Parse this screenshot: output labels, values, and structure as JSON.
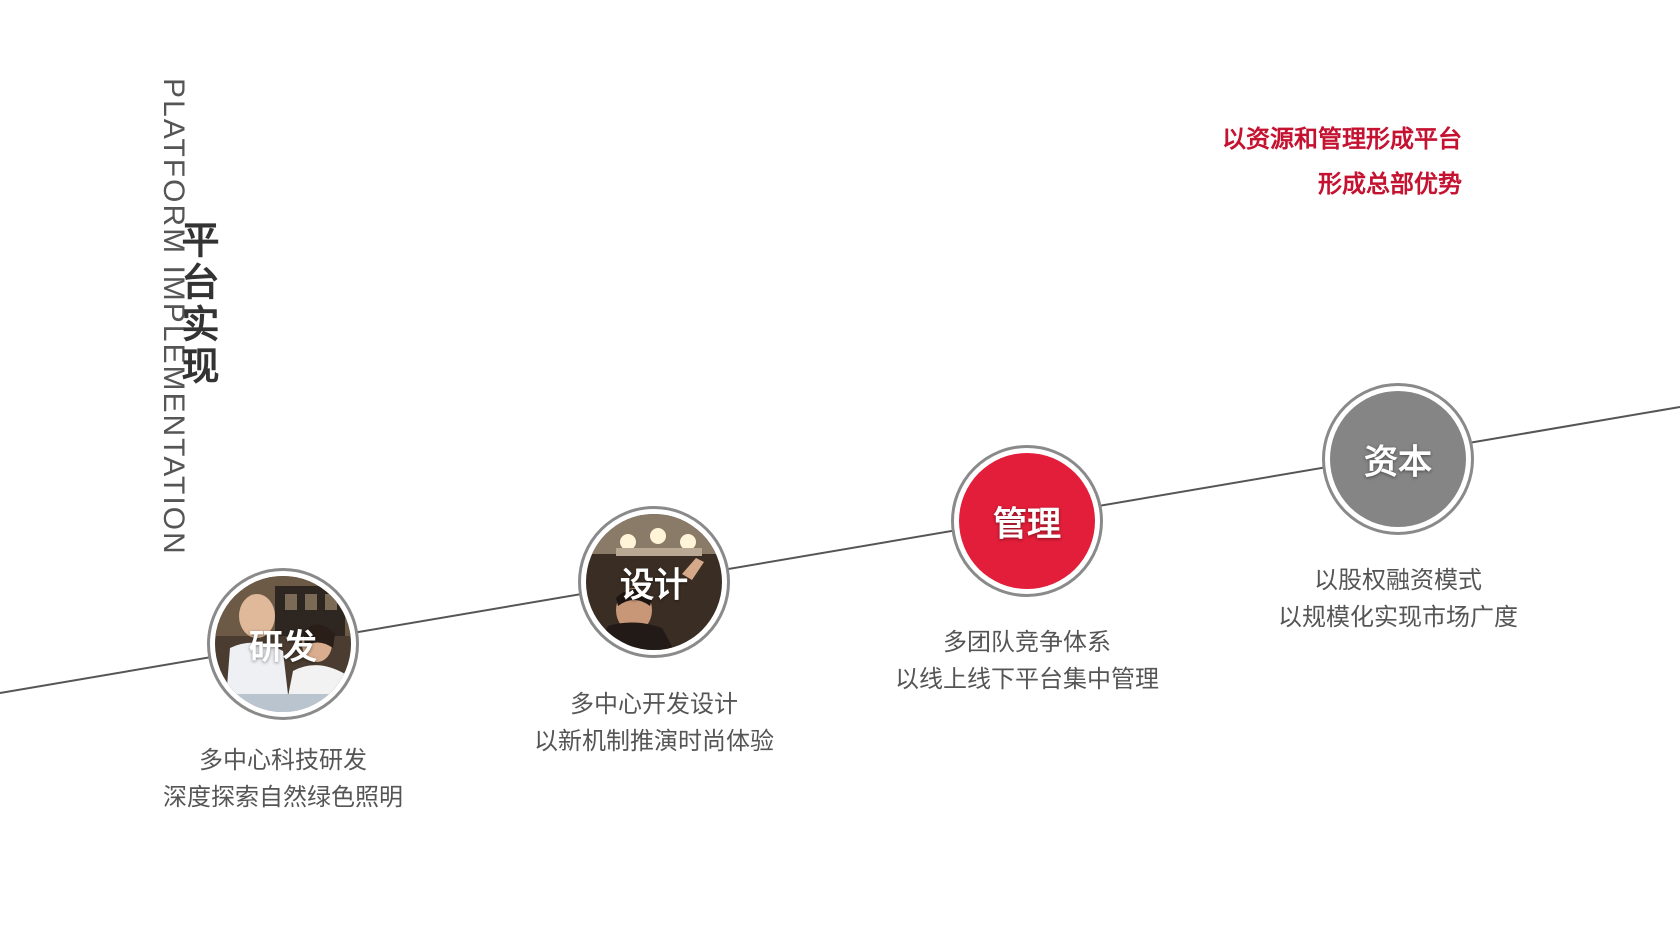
{
  "header": {
    "title_en": "PLATFORM IMPLEMENTATION",
    "title_cn": "平台实现"
  },
  "slogan": {
    "line1": "以资源和管理形成平台",
    "line2": "形成总部优势"
  },
  "colors": {
    "accent": "#e31e3a",
    "slogan": "#c41230",
    "capital": "#858585",
    "line": "#555555"
  },
  "steps": [
    {
      "label": "研发",
      "desc1": "多中心科技研发",
      "desc2": "深度探索自然绿色照明"
    },
    {
      "label": "设计",
      "desc1": "多中心开发设计",
      "desc2": "以新机制推演时尚体验"
    },
    {
      "label": "管理",
      "desc1": "多团队竞争体系",
      "desc2": "以线上线下平台集中管理"
    },
    {
      "label": "资本",
      "desc1": "以股权融资模式",
      "desc2": "以规模化实现市场广度"
    }
  ]
}
